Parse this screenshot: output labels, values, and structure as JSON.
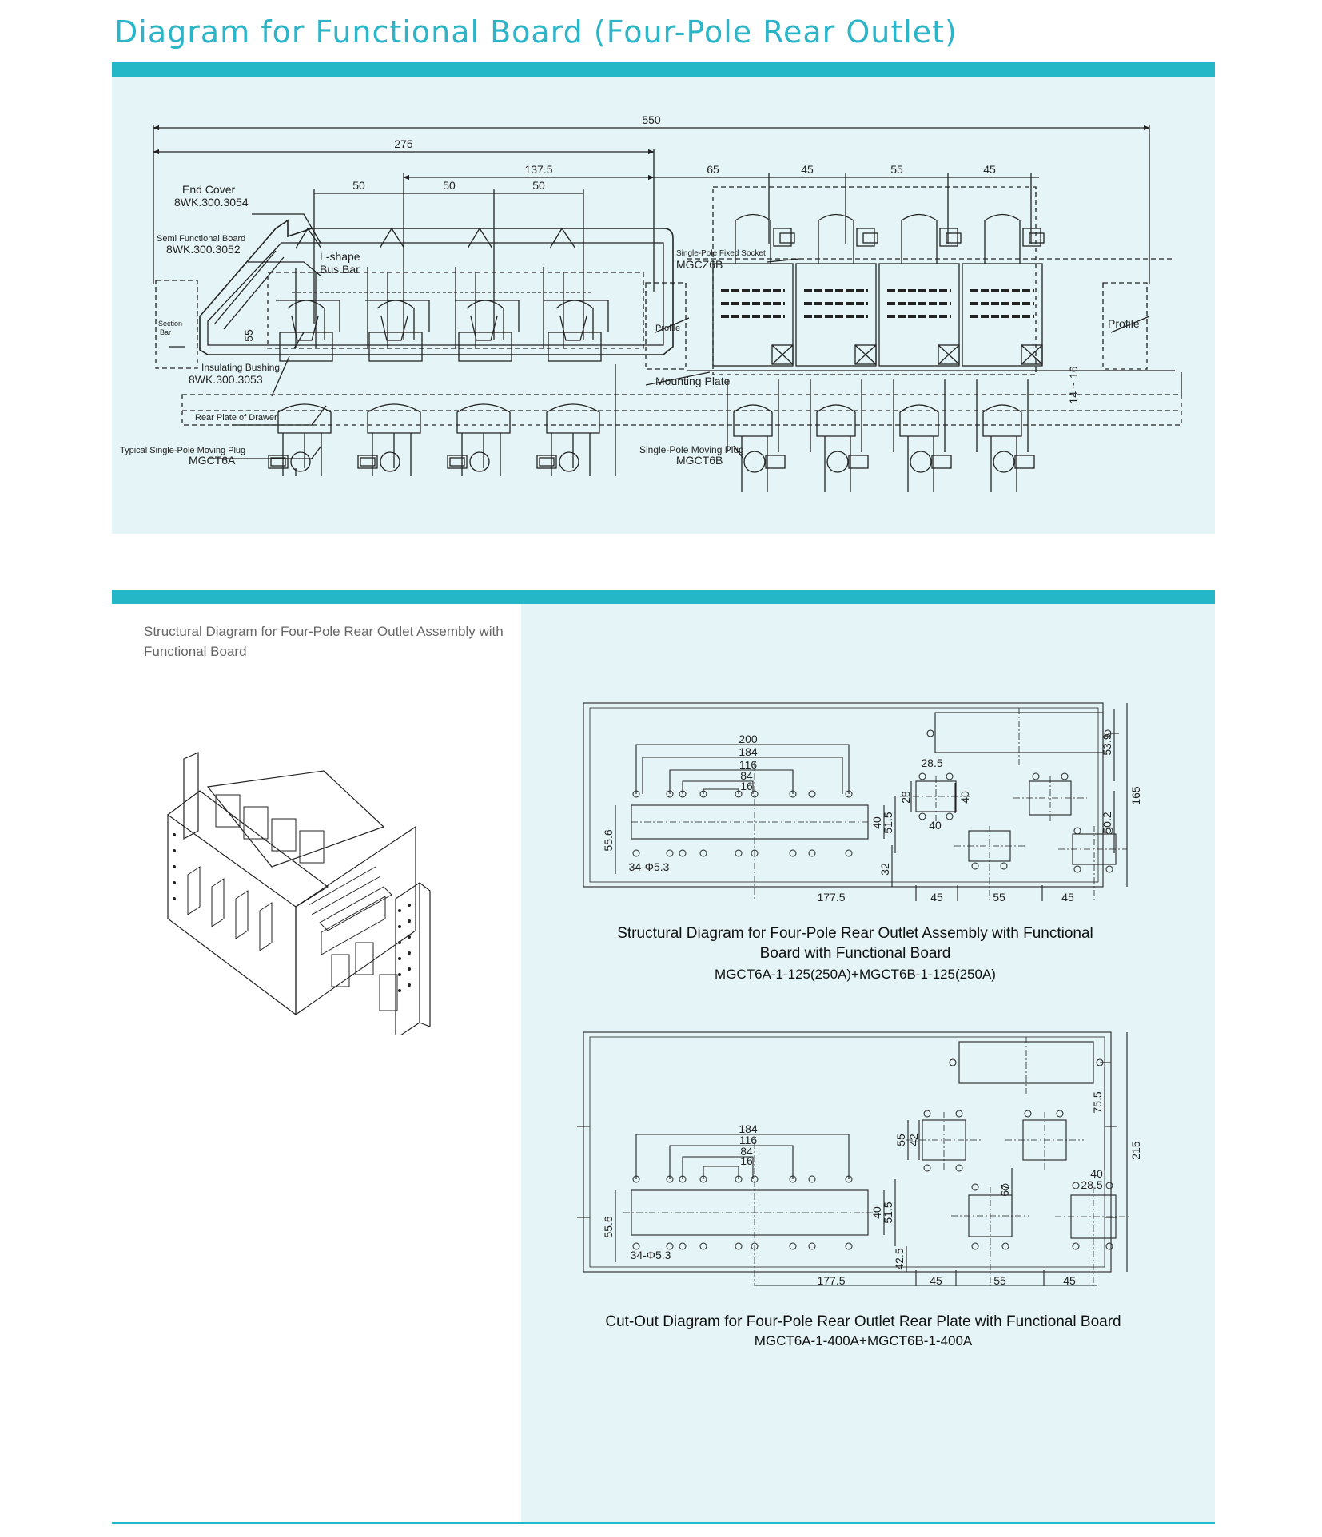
{
  "page_title": "Diagram for Functional Board (Four-Pole Rear Outlet)",
  "top_diagram": {
    "dims": {
      "overall": "550",
      "left_half": "275",
      "centre": "137.5",
      "pitch_a": "50",
      "pitch_b": "50",
      "pitch_c": "50",
      "right_a": "65",
      "right_b": "45",
      "right_c": "55",
      "right_d": "45",
      "height_55": "55",
      "gap": "14 ~ 16"
    },
    "labels": {
      "end_cover": "End Cover",
      "end_cover_code": "8WK.300.3054",
      "semi_board": "Semi Functional Board",
      "semi_board_code": "8WK.300.3052",
      "lshape_1": "L-shape",
      "lshape_2": "Bus Bar",
      "section_1": "Section",
      "section_2": "Bar",
      "insulating": "Insulating Bushing",
      "insulating_code": "8WK.300.3053",
      "rear_plate": "Rear Plate of Drawer",
      "moving_plug_a": "Typical Single-Pole Moving Plug",
      "moving_plug_a_code": "MGCT6A",
      "fixed_socket": "Single-Pole Fixed Socket",
      "fixed_socket_code": "MGCZ6B",
      "profile_small": "Profile",
      "mounting": "Mounting Plate",
      "moving_plug_b": "Single-Pole Moving Plug",
      "moving_plug_b_code": "MGCT6B",
      "profile_right": "Profile"
    }
  },
  "structural_title": "Structural Diagram for Four-Pole Rear  Outlet Assembly with Functional Board",
  "cutout_1": {
    "dims": {
      "d200": "200",
      "d184": "184",
      "d116": "116",
      "d84": "84",
      "d16": "16",
      "d28_5": "28.5",
      "d28": "28",
      "d40a": "40",
      "d40b": "40",
      "d40c": "40",
      "d51_5": "51.5",
      "d55_6": "55.6",
      "holes": "34-Φ5.3",
      "d32": "32",
      "d53_9": "53.9",
      "d50_2": "50.2",
      "d165": "165",
      "d177_5": "177.5",
      "d45a": "45",
      "d55": "55",
      "d45b": "45"
    },
    "caption_line1": "Structural Diagram for Four-Pole Rear  Outlet Assembly with Functional",
    "caption_line2": "Board with Functional Board",
    "caption_model": "MGCT6A-1-125(250A)+MGCT6B-1-125(250A)"
  },
  "cutout_2": {
    "dims": {
      "d184": "184",
      "d116": "116",
      "d84": "84",
      "d16": "16",
      "d55": "55",
      "d42": "42",
      "d40a": "40",
      "d51_5": "51.5",
      "d55_6": "55.6",
      "holes": "34-Φ5.3",
      "d42_5": "42.5",
      "d67": "67",
      "d75_5": "75.5",
      "d40b": "40",
      "d28_5": "28.5",
      "d215": "215",
      "d177_5": "177.5",
      "d45a": "45",
      "d55b": "55",
      "d45b": "45"
    },
    "caption_line1": "Cut-Out Diagram for Four-Pole Rear  Outlet Rear Plate with Functional Board",
    "caption_model": "MGCT6A-1-400A+MGCT6B-1-400A"
  }
}
